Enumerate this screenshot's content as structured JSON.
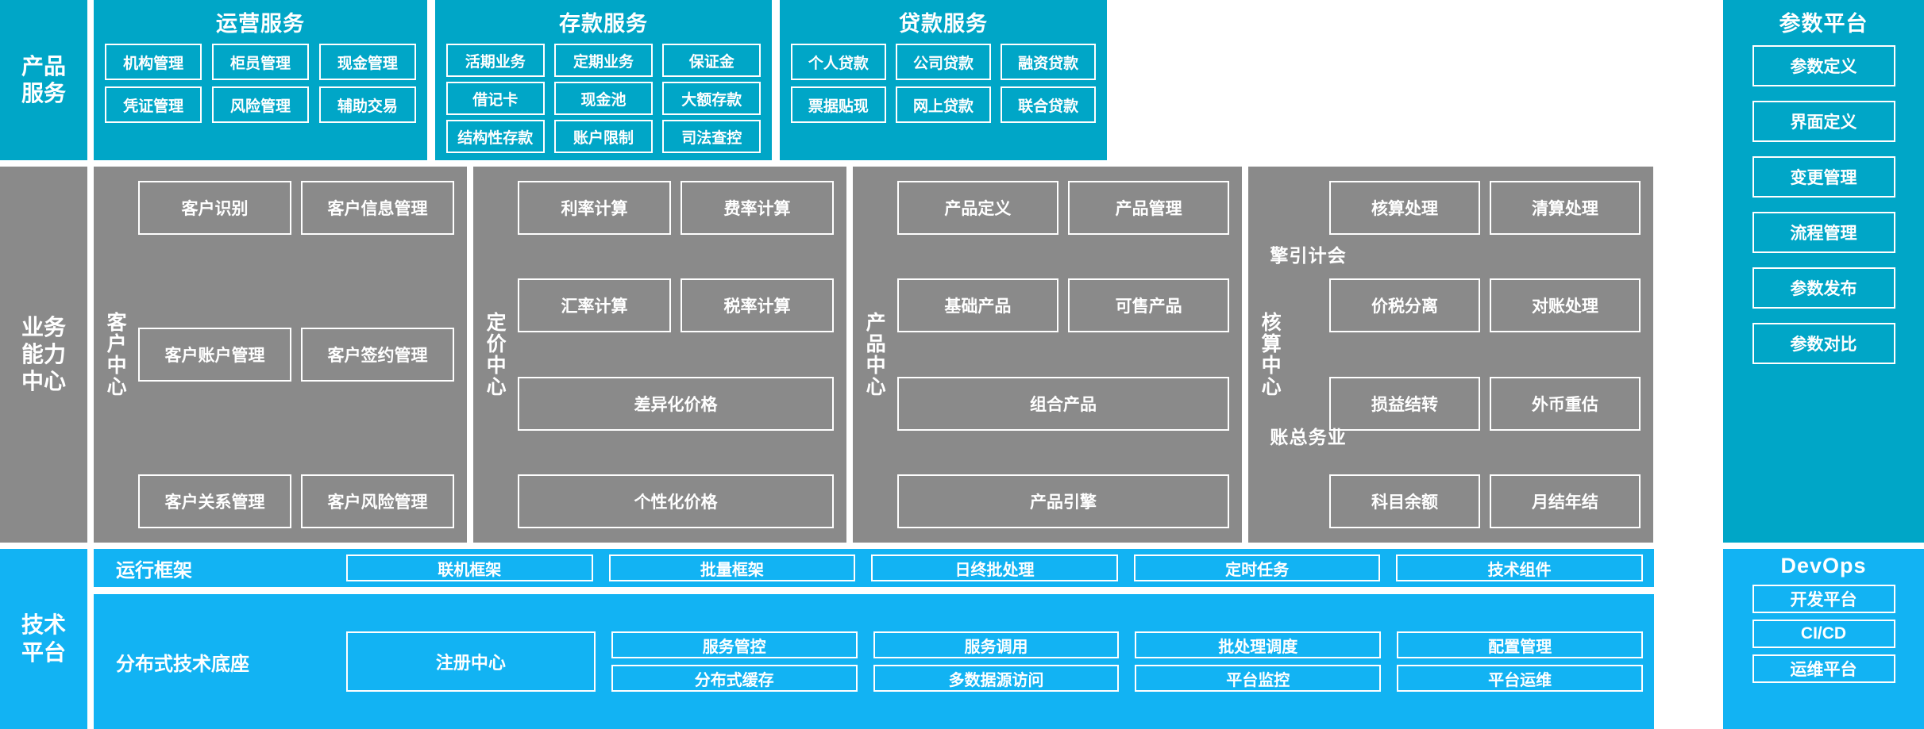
{
  "colors": {
    "teal": "#00A6C7",
    "gray": "#8A8A8A",
    "blue": "#12B3F3",
    "border": "#FFFFFF"
  },
  "row_product": {
    "label": "产品\n服务",
    "panels": [
      {
        "title": "运营服务",
        "cells": [
          "机构管理",
          "柜员管理",
          "现金管理",
          "凭证管理",
          "风险管理",
          "辅助交易"
        ]
      },
      {
        "title": "存款服务",
        "cells": [
          "活期业务",
          "定期业务",
          "保证金",
          "借记卡",
          "现金池",
          "大额存款",
          "结构性存款",
          "账户限制",
          "司法查控"
        ]
      },
      {
        "title": "贷款服务",
        "cells": [
          "个人贷款",
          "公司贷款",
          "融资贷款",
          "票据贴现",
          "网上贷款",
          "联合贷款"
        ]
      }
    ]
  },
  "row_capability": {
    "label": "业务\n能力\n中心",
    "panels": [
      {
        "vlabel": "客户中心",
        "cells": [
          {
            "text": "客户识别",
            "span": "half"
          },
          {
            "text": "客户信息管理",
            "span": "half"
          },
          {
            "text": "客户账户管理",
            "span": "half"
          },
          {
            "text": "客户签约管理",
            "span": "half"
          },
          {
            "text": "客户关系管理",
            "span": "half"
          },
          {
            "text": "客户风险管理",
            "span": "half"
          }
        ]
      },
      {
        "vlabel": "定价中心",
        "cells": [
          {
            "text": "利率计算",
            "span": "half"
          },
          {
            "text": "费率计算",
            "span": "half"
          },
          {
            "text": "汇率计算",
            "span": "half"
          },
          {
            "text": "税率计算",
            "span": "half"
          },
          {
            "text": "差异化价格",
            "span": "full"
          },
          {
            "text": "个性化价格",
            "span": "full"
          }
        ]
      },
      {
        "vlabel": "产品中心",
        "cells": [
          {
            "text": "产品定义",
            "span": "half"
          },
          {
            "text": "产品管理",
            "span": "half"
          },
          {
            "text": "基础产品",
            "span": "half"
          },
          {
            "text": "可售产品",
            "span": "half"
          },
          {
            "text": "组合产品",
            "span": "full"
          },
          {
            "text": "产品引擎",
            "span": "full"
          }
        ]
      }
    ],
    "accounting": {
      "vlabel": "核算中心",
      "groups": [
        {
          "vlabel": "会计引擎",
          "cells": [
            "核算处理",
            "清算处理",
            "价税分离",
            "对账处理"
          ]
        },
        {
          "vlabel": "业务总账",
          "cells": [
            "损益结转",
            "外币重估",
            "科目余额",
            "月结年结"
          ]
        }
      ]
    }
  },
  "row_technical": {
    "label": "技术\n平台",
    "run_frame": {
      "name": "运行框架",
      "cells": [
        "联机框架",
        "批量框架",
        "日终批处理",
        "定时任务",
        "技术组件"
      ]
    },
    "base": {
      "name": "分布式技术底座",
      "registry": "注册中心",
      "columns": [
        [
          "服务管控",
          "分布式缓存"
        ],
        [
          "服务调用",
          "多数据源访问"
        ],
        [
          "批处理调度",
          "平台监控"
        ],
        [
          "配置管理",
          "平台运维"
        ]
      ]
    }
  },
  "param_platform": {
    "title": "参数平台",
    "cells": [
      "参数定义",
      "界面定义",
      "变更管理",
      "流程管理",
      "参数发布",
      "参数对比"
    ]
  },
  "devops": {
    "title": "DevOps",
    "cells": [
      "开发平台",
      "CI/CD",
      "运维平台"
    ]
  }
}
